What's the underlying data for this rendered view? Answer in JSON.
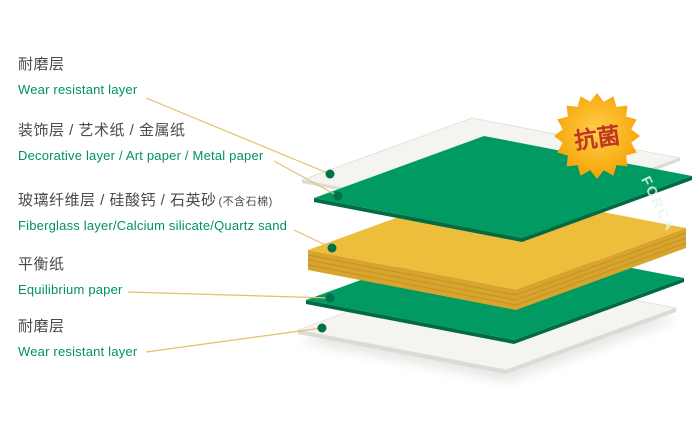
{
  "colors": {
    "green_face": "#009A62",
    "green_edge": "#006B45",
    "yellow_face": "#EDBE3B",
    "yellow_side": "#D9A42C",
    "yellow_stripe": "#C0922A",
    "white_face": "#F4F4F0",
    "white_edge": "#DBDBD4",
    "leader_line": "#E3C06B",
    "dot": "#00714A",
    "badge_inner": "#FFD04A",
    "badge_outer": "#F59E00",
    "badge_text": "#C13524",
    "brand_text": "#E8F6EF",
    "label_cn": "#4A4A4A",
    "label_en": "#00925E"
  },
  "labels": [
    {
      "cn": "耐磨层",
      "en": "Wear resistant layer"
    },
    {
      "cn": "装饰层 / 艺术纸 / 金属纸",
      "en": "Decorative layer / Art paper / Metal paper"
    },
    {
      "cn": "玻璃纤维层 / 硅酸钙 / 石英砂",
      "cn_note": "(不含石棉)",
      "en": "Fiberglass layer/Calcium silicate/Quartz sand"
    },
    {
      "cn": "平衡纸",
      "en": "Equilibrium paper"
    },
    {
      "cn": "耐磨层",
      "en": "Wear resistant layer"
    }
  ],
  "badge": {
    "text": "抗菌"
  },
  "brand": {
    "name": "FORCA"
  }
}
